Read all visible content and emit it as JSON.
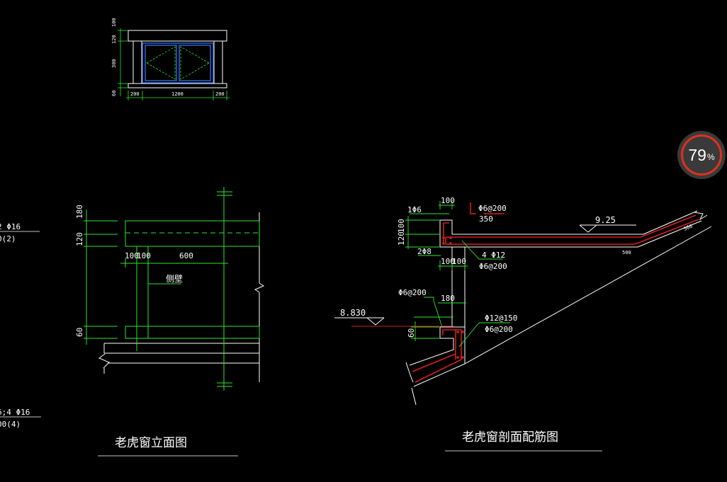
{
  "colors": {
    "background": "#000000",
    "line_white": "#ffffff",
    "dim_green": "#2ee62e",
    "rebar_red": "#d81e1e",
    "window_blue": "#3a7bff",
    "zoom_ring": "#e0301e"
  },
  "zoom": {
    "value": "79",
    "unit": "%"
  },
  "thumbnail": {
    "dims_left": [
      "100",
      "120",
      "300",
      "60"
    ],
    "dims_bottom": [
      "200",
      "1200",
      "200"
    ]
  },
  "elevation": {
    "title": "老虎窗立面图",
    "dims_left": [
      "180",
      "120",
      "60"
    ],
    "dims_top": [
      "100",
      "100",
      "600"
    ],
    "label_side_wall": "侧壁",
    "clipped_notes": [
      "2 Φ16",
      "0(2)",
      "6;4 Φ16",
      "00(4)"
    ]
  },
  "section": {
    "title": "老虎窗剖面配筋图",
    "dim_100_top": "100",
    "label_1phi6": "1Φ6",
    "label_phi6_200_top": "Φ6@200",
    "label_350": "350",
    "dims_left": [
      "120",
      "100"
    ],
    "label_2phi8": "2Φ8",
    "dims_wall": [
      "100",
      "100"
    ],
    "label_4phi12": "4 Φ12",
    "label_phi6_200_mid": "Φ6@200",
    "elev_right": "9.25",
    "dim_500_a": "500",
    "dim_500_b": "500",
    "label_phi6_200_low": "Φ6@200",
    "dim_180": "180",
    "elev_left": "8.830",
    "dim_60": "60",
    "label_phi12_150": "Φ12@150",
    "label_phi6_200_bot": "Φ6@200"
  }
}
